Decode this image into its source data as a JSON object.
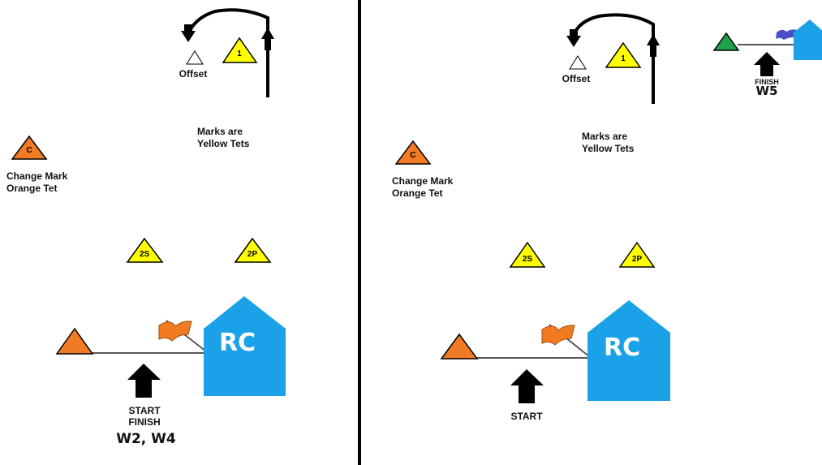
{
  "left": {
    "offset_label": "Offset",
    "mark1_label": "1",
    "marks_note_line1": "Marks are",
    "marks_note_line2": "Yellow Tets",
    "change_mark_symbol": "C",
    "change_mark_line1": "Change Mark",
    "change_mark_line2": "Orange Tet",
    "gate_2s_label": "2S",
    "gate_2p_label": "2P",
    "rc_label": "RC",
    "start_label": "START",
    "finish_label": "FINISH",
    "legs_label": "W2, W4"
  },
  "right": {
    "offset_label": "Offset",
    "mark1_label": "1",
    "marks_note_line1": "Marks are",
    "marks_note_line2": "Yellow Tets",
    "change_mark_symbol": "C",
    "change_mark_line1": "Change Mark",
    "change_mark_line2": "Orange Tet",
    "gate_2s_label": "2S",
    "gate_2p_label": "2P",
    "rc_label": "RC",
    "start_label": "START",
    "finish_label": "FINISH",
    "legs_label": "W5"
  },
  "colors": {
    "yellow_mark": "#ffff00",
    "orange_mark": "#f07b24",
    "green_pin": "#1fa34a",
    "rc_boat": "#1aa1e8",
    "orange_flag": "#f27b21",
    "blue_flag": "#4b50c8"
  }
}
